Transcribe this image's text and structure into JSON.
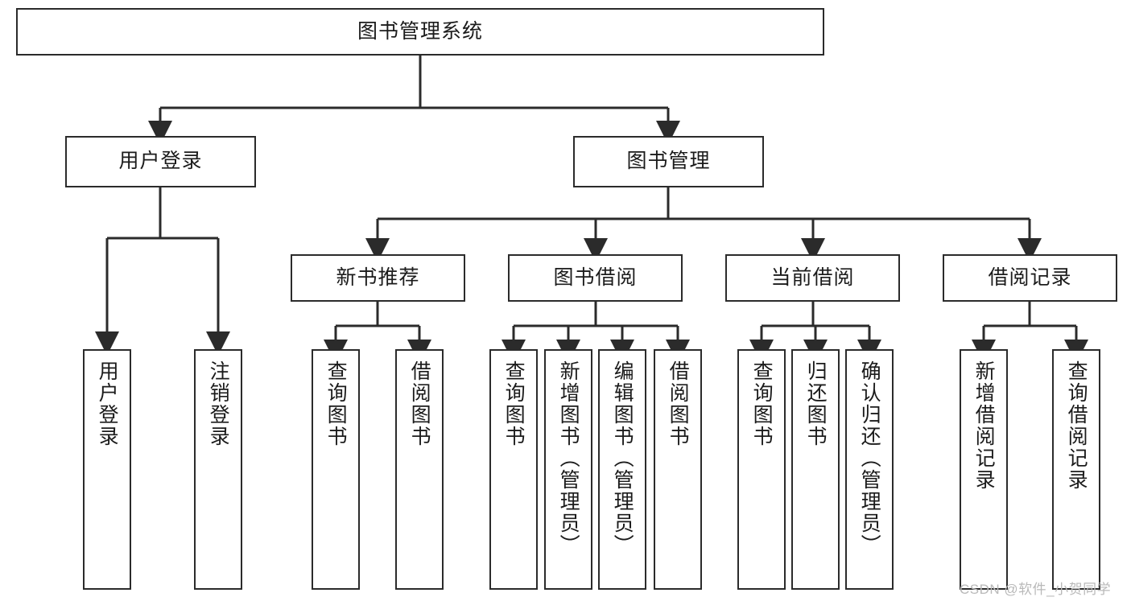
{
  "diagram": {
    "type": "tree",
    "title": "图书管理系统",
    "root": {
      "label": "图书管理系统"
    },
    "level2": [
      {
        "label": "用户登录"
      },
      {
        "label": "图书管理"
      }
    ],
    "level3": [
      {
        "label": "新书推荐"
      },
      {
        "label": "图书借阅"
      },
      {
        "label": "当前借阅"
      },
      {
        "label": "借阅记录"
      }
    ],
    "leaves": {
      "user_login": [
        {
          "label": "用户登录"
        },
        {
          "label": "注销登录"
        }
      ],
      "new_book_recommend": [
        {
          "label": "查询图书"
        },
        {
          "label": "借阅图书"
        }
      ],
      "book_borrow": [
        {
          "label": "查询图书"
        },
        {
          "label": "新增图书（管理员）"
        },
        {
          "label": "编辑图书（管理员）"
        },
        {
          "label": "借阅图书"
        }
      ],
      "current_borrow": [
        {
          "label": "查询图书"
        },
        {
          "label": "归还图书"
        },
        {
          "label": "确认归还（管理员）"
        }
      ],
      "borrow_record": [
        {
          "label": "新增借阅记录"
        },
        {
          "label": "查询借阅记录"
        }
      ]
    }
  },
  "watermark": {
    "text": "CSDN @软件_小贺同学"
  },
  "colors": {
    "stroke": "#2b2b2b",
    "fill": "#ffffff",
    "text": "#1b1b1b",
    "watermark": "#b9b9b9"
  }
}
